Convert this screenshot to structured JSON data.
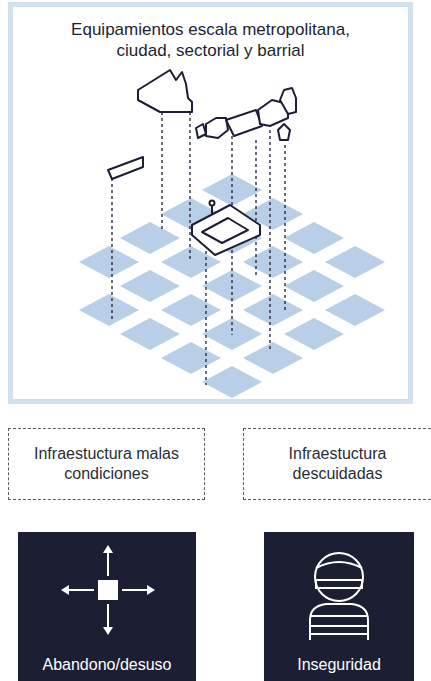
{
  "diagram": {
    "nodes": [
      {
        "text": [
          "Equipamientos escala metropolitana, ciudad, sectorial y barrial"
        ]
      },
      {
        "text": [
          "Infraestuctura malas condiciones"
        ]
      },
      {
        "text": [
          "Infraestuctura descuidadas"
        ]
      },
      {
        "text": [
          "Abandono/desuso"
        ]
      },
      {
        "text": [
          "Inseguridad"
        ]
      }
    ]
  }
}
